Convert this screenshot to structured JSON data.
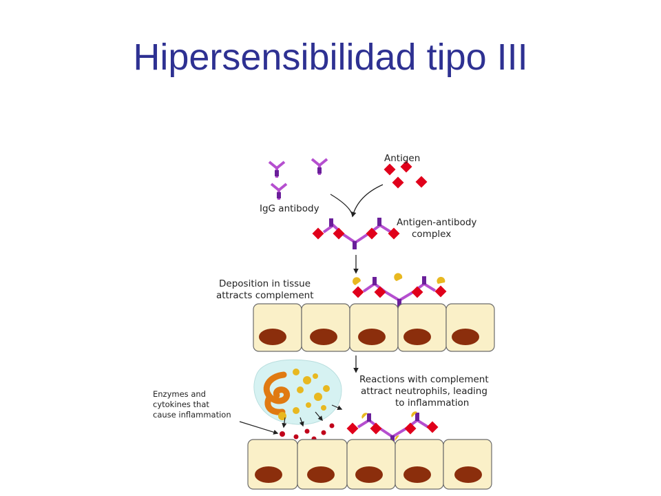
{
  "slide": {
    "title": "Hipersensibilidad tipo III"
  },
  "labels": {
    "antigen": "Antigen",
    "igg": "IgG antibody",
    "complex_1": "Antigen-antibody",
    "complex_2": "complex",
    "deposition_1": "Deposition in tissue",
    "deposition_2": "attracts complement",
    "reactions_1": "Reactions with complement",
    "reactions_2": "attract neutrophils, leading",
    "reactions_3": "to inflammation",
    "enzymes_1": "Enzymes and",
    "enzymes_2": "cytokines that",
    "enzymes_3": "cause inflammation"
  },
  "colors": {
    "title": "#2e3192",
    "antibody": "#b54fcf",
    "antibody_tip": "#6a1f9a",
    "antigen": "#e0001b",
    "cell_fill": "#faf0c8",
    "cell_stroke": "#6a6a6a",
    "nucleus": "#8b2e0c",
    "complement": "#e8b820",
    "neutrophil": "#d6f2f2",
    "neutrophil_nucleus": "#e07a12"
  }
}
